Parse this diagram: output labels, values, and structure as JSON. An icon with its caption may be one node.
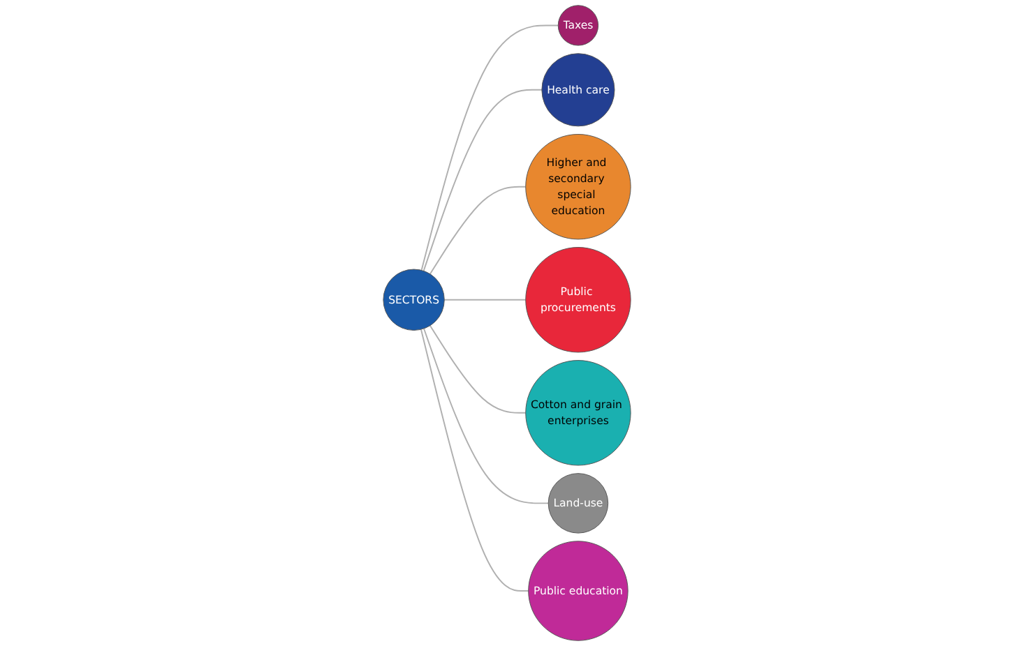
{
  "diagram": {
    "nodes": [
      {
        "text": [
          "SECTORS"
        ]
      },
      {
        "text": [
          "Taxes"
        ]
      },
      {
        "text": [
          "Health care"
        ]
      },
      {
        "text": [
          "Higher and secondary special education"
        ]
      },
      {
        "text": [
          "Public procurements"
        ]
      },
      {
        "text": [
          "Cotton and grain enterprises"
        ]
      },
      {
        "text": [
          "Land-use"
        ]
      },
      {
        "text": [
          "Public education"
        ]
      }
    ],
    "edges": [
      {
        "from": 0,
        "to": 1,
        "arrow": "none"
      },
      {
        "from": 0,
        "to": 2,
        "arrow": "none"
      },
      {
        "from": 0,
        "to": 3,
        "arrow": "none"
      },
      {
        "from": 0,
        "to": 4,
        "arrow": "none"
      },
      {
        "from": 0,
        "to": 5,
        "arrow": "none"
      },
      {
        "from": 0,
        "to": 6,
        "arrow": "none"
      },
      {
        "from": 0,
        "to": 7,
        "arrow": "none"
      }
    ]
  }
}
